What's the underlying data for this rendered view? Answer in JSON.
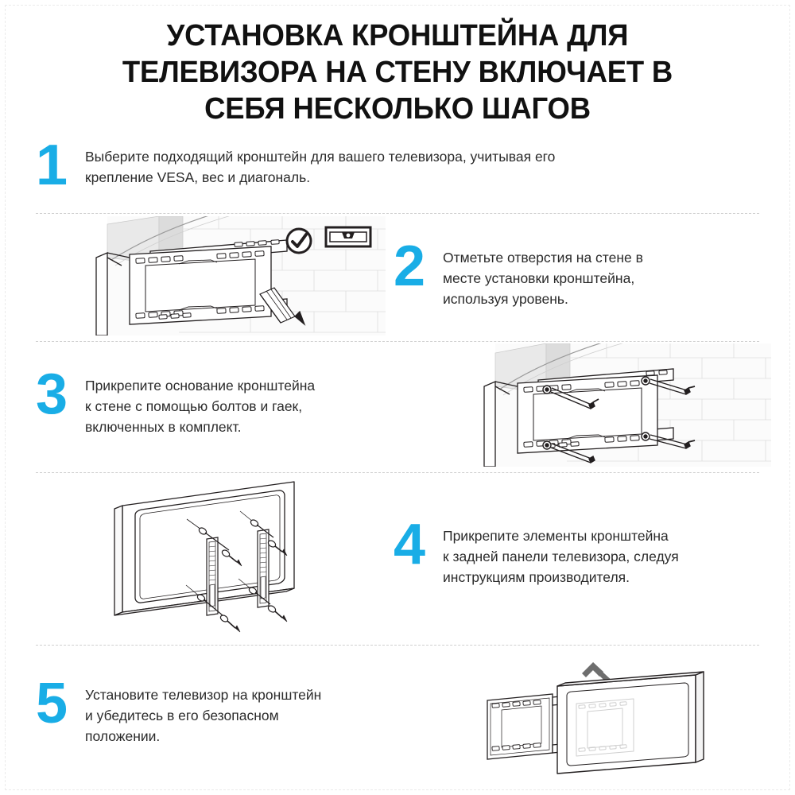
{
  "title": {
    "line1": "УСТАНОВКА КРОНШТЕЙНА ДЛЯ",
    "line2": "ТЕЛЕВИЗОРА НА СТЕНУ ВКЛЮЧАЕТ В",
    "line3": "СЕБЯ НЕСКОЛЬКО ШАГОВ"
  },
  "theme": {
    "accent": "#19ADE6",
    "text": "#2b2b2b",
    "title_color": "#111111",
    "separator": "#cfcfcf",
    "line_art": "#231f20",
    "wall_fill": "#f4f4f4",
    "wall_line": "#d8d8d8",
    "background": "#ffffff"
  },
  "steps": [
    {
      "number": "1",
      "text": "Выберите подходящий кронштейн для вашего телевизора, учитывая его\nкрепление VESA, вес и диагональ.",
      "illustration": "wall-bracket-marking-with-level-and-pencil"
    },
    {
      "number": "2",
      "text": "Отметьте отверстия на стене в\nместе установки кронштейна,\nиспользуя уровень.",
      "illustration": "none"
    },
    {
      "number": "3",
      "text": "Прикрепите основание кронштейна\nк стене с помощью болтов и гаек,\nвключенных в комплект.",
      "illustration": "bracket-bolted-to-wall"
    },
    {
      "number": "4",
      "text": "Прикрепите элементы кронштейна\nк задней панели телевизора, следуя\nинструкциям производителя.",
      "illustration": "tv-back-panel-with-rails"
    },
    {
      "number": "5",
      "text": "Установите телевизор на кронштейн\nи убедитесь в его безопасном\nположении.",
      "illustration": "tv-mounted-on-bracket-with-up-arrow"
    }
  ],
  "illustration_icons": {
    "check_circle": "check-circle-icon",
    "spirit_level": "spirit-level-icon",
    "pencil": "pencil-icon",
    "up_chevron": "up-chevron-arrow-icon",
    "bolt": "bolt-screw-icon"
  }
}
